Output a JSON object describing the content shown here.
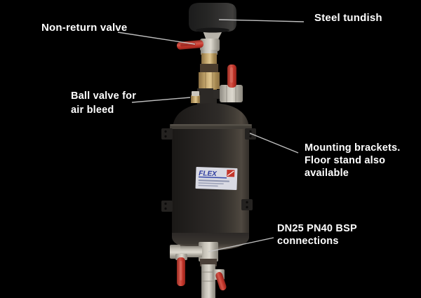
{
  "page": {
    "background_color": "#000000"
  },
  "callouts": {
    "non_return_valve": {
      "label": "Non-return valve"
    },
    "steel_tundish": {
      "label": "Steel tundish"
    },
    "air_bleed": {
      "label": "Ball valve for\nair bleed"
    },
    "mounting_brackets": {
      "label": "Mounting brackets.\nFloor stand also\navailable"
    },
    "connections": {
      "label": "DN25 PN40 BSP\nconnections"
    }
  },
  "product": {
    "vessel_label_brand": "FLEX"
  },
  "colors": {
    "background": "#000000",
    "callout_text": "#ffffff",
    "leader_line": "#c9c9c9",
    "valve_handle_red": "#c0392b",
    "brass_fitting": "#c0a269",
    "steel_fitting": "#c6c2b8",
    "vessel_body": "#2b2826",
    "label_background": "#d9dae3",
    "label_brand_blue": "#2b3a9e"
  }
}
